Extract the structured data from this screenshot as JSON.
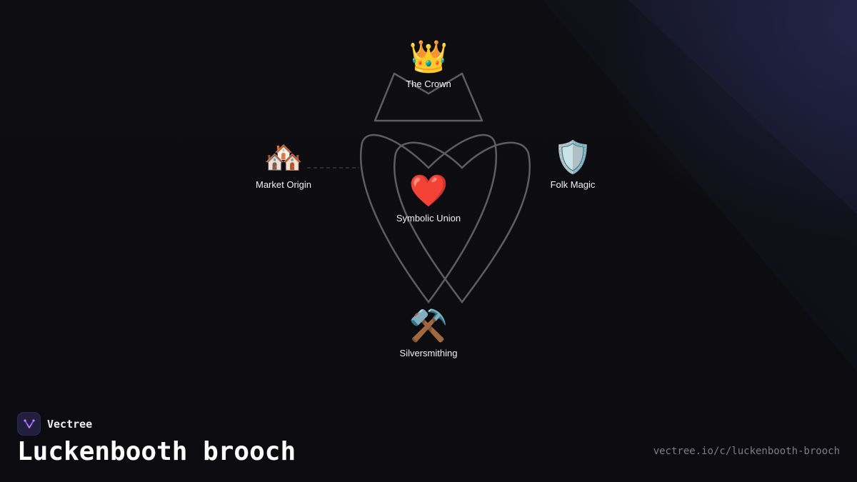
{
  "diagram": {
    "nodes": {
      "crown": {
        "icon": "crown-icon",
        "glyph": "👑",
        "label": "The Crown"
      },
      "market": {
        "icon": "houses-icon",
        "glyph": "🏘️",
        "label": "Market Origin"
      },
      "magic": {
        "icon": "shield-icon",
        "glyph": "🛡️",
        "label": "Folk Magic"
      },
      "union": {
        "icon": "heart-icon",
        "glyph": "❤️",
        "label": "Symbolic Union"
      },
      "silver": {
        "icon": "hammer-pick-icon",
        "glyph": "⚒️",
        "label": "Silversmithing"
      }
    },
    "connector_style": "dashed",
    "outline_color": "#5e5e62"
  },
  "brand": {
    "name": "Vectree",
    "logo_icon": "vectree-logo-icon",
    "accent": "#8b5cf6"
  },
  "title": "Luckenbooth brooch",
  "url": "vectree.io/c/luckenbooth-brooch"
}
